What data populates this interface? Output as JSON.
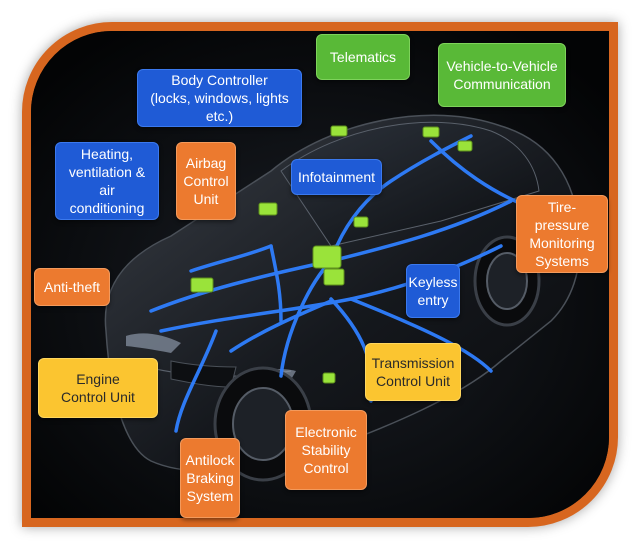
{
  "colors": {
    "frame": "#d7661f",
    "blue": "#1f5bd6",
    "orange": "#ec7a2f",
    "green": "#59b937",
    "yellow": "#fbc530",
    "wiring": "#2f7fff",
    "modules": "#9ae33a"
  },
  "labels": {
    "telematics": "Telematics",
    "v2v": "Vehicle-to-Vehicle\nCommunication",
    "body_controller": "Body Controller\n(locks, windows, lights etc.)",
    "hvac": "Heating,\nventilation & air\nconditioning",
    "airbag": "Airbag\nControl\nUnit",
    "infotainment": "Infotainment",
    "tire_pressure": "Tire-pressure\nMonitoring\nSystems",
    "anti_theft": "Anti-theft",
    "keyless": "Keyless\nentry",
    "engine": "Engine\nControl Unit",
    "transmission": "Transmission\nControl Unit",
    "esc": "Electronic\nStability\nControl",
    "abs": "Antilock\nBraking\nSystem"
  }
}
